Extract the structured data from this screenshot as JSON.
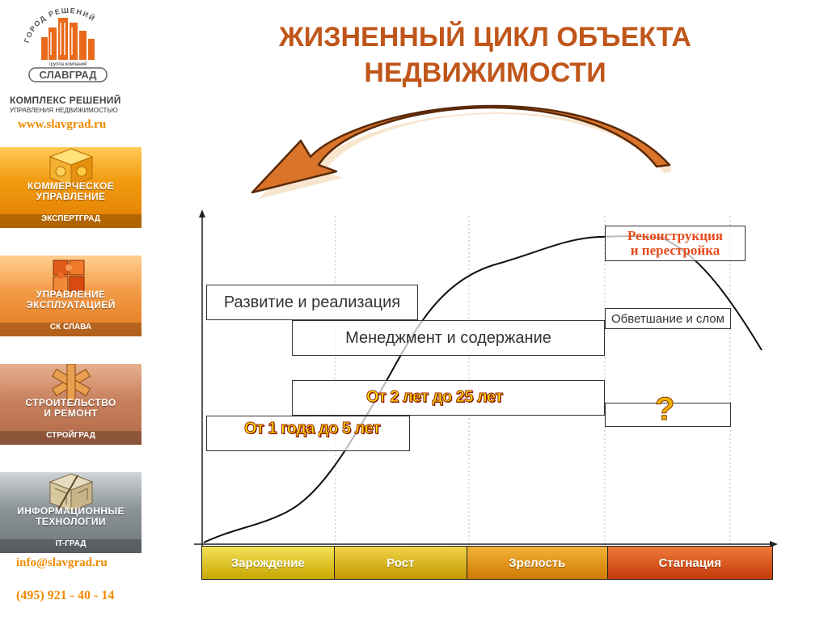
{
  "sidebar": {
    "logo_arc_text": "ГОРОД РЕШЕНИЙ",
    "logo_group": "группа компаний",
    "logo_name": "СЛАВГРАД",
    "brand_name": "КОМПЛЕКС РЕШЕНИЙ",
    "brand_sub": "УПРАВЛЕНИЯ НЕДВИЖИМОСТЬЮ",
    "site": "www.slavgrad.ru",
    "cards": [
      {
        "title": "КОММЕРЧЕСКОЕ\nУПРАВЛЕНИЕ",
        "sub": "ЭКСПЕРТГРАД",
        "icon": "cube-icon"
      },
      {
        "title": "УПРАВЛЕНИЕ\nЭКСПЛУАТАЦИЕЙ",
        "sub": "СК СЛАВА",
        "icon": "puzzle-cube-icon"
      },
      {
        "title": "СТРОИТЕЛЬСТВО\nИ РЕМОНТ",
        "sub": "СТРОЙГРАД",
        "icon": "wooden-puzzle-icon"
      },
      {
        "title": "ИНФОРМАЦИОННЫЕ\nТЕХНОЛОГИИ",
        "sub": "IT-ГРАД",
        "icon": "maze-cube-icon"
      }
    ],
    "email": "info@slavgrad.ru",
    "phone": "(495) 921 - 40 - 14"
  },
  "title": "ЖИЗНЕННЫЙ ЦИКЛ ОБЪЕКТА\nНЕДВИЖИМОСТИ",
  "diagram": {
    "phases": [
      "Зарождение",
      "Рост",
      "Зрелость",
      "Стагнация"
    ],
    "boxes": {
      "development": "Развитие и реализация",
      "management": "Менеджмент и содержание",
      "reconstruction": "Реконструкция\nи перестройка",
      "wear": "Обветшание и слом",
      "range_long": "От 2 лет до 25 лет",
      "range_short": "От 1 года до 5 лет",
      "question": "?"
    }
  },
  "colors": {
    "title": "#c0561a",
    "accent": "#f08a00",
    "highlight_text": "#ffee00",
    "reconstruction": "#e64a1a"
  }
}
